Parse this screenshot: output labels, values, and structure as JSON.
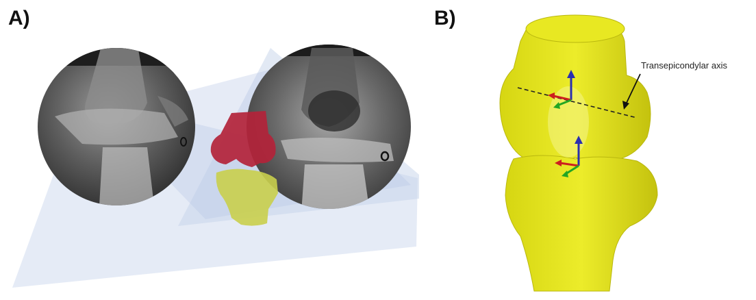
{
  "panels": [
    {
      "id": "a",
      "label": "A)"
    },
    {
      "id": "b",
      "label": "B)"
    }
  ],
  "annotation": {
    "text": "Transepicondylar axis"
  },
  "colors": {
    "bone_yellow": "#e2e21c",
    "bone_yellow_dark": "#b9b70f",
    "femur_red": "#b3233a",
    "tibia_green": "#c9cf4c",
    "projection_blue": "#c6d3ea",
    "axis_x": "#cc1f1f",
    "axis_y": "#23a623",
    "axis_z": "#2a2fb0"
  },
  "icons": {
    "xray_left": "xray-image-icon",
    "xray_right": "xray-image-icon"
  }
}
